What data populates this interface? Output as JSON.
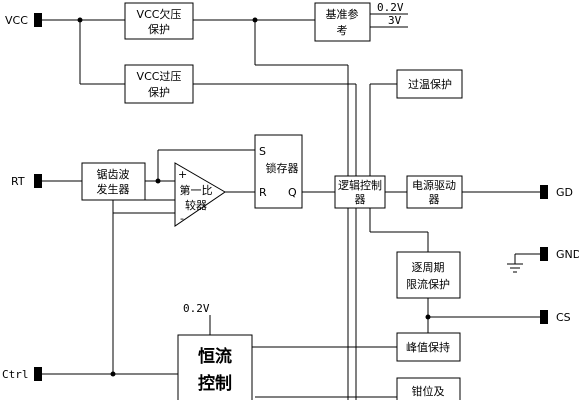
{
  "pins": {
    "vcc": "VCC",
    "rt": "RT",
    "ctrl": "Ctrl",
    "gd": "GD",
    "gnd": "GND",
    "cs": "CS"
  },
  "blocks": {
    "vcc_uvlo": [
      "VCC欠压",
      "保护"
    ],
    "vcc_ovp": [
      "VCC过压",
      "保护"
    ],
    "reference": [
      "基准参",
      "考"
    ],
    "ref_v1": "0.2V",
    "ref_v2": "3V",
    "otp": "过温保护",
    "sawtooth": [
      "锯齿波",
      "发生器"
    ],
    "comparator": [
      "第一比",
      "较器"
    ],
    "comparator_plus": "+",
    "comparator_minus": "-",
    "latch": "锁存器",
    "latch_s": "S",
    "latch_r": "R",
    "latch_q": "Q",
    "logic": [
      "逻辑控制",
      "器"
    ],
    "driver": [
      "电源驱动",
      "器"
    ],
    "cycle_limit": [
      "逐周期",
      "限流保护"
    ],
    "peak_hold": "峰值保持",
    "cc_vref": "0.2V",
    "cc_control": [
      "恒流",
      "控制"
    ],
    "clamp": "钳位及"
  }
}
